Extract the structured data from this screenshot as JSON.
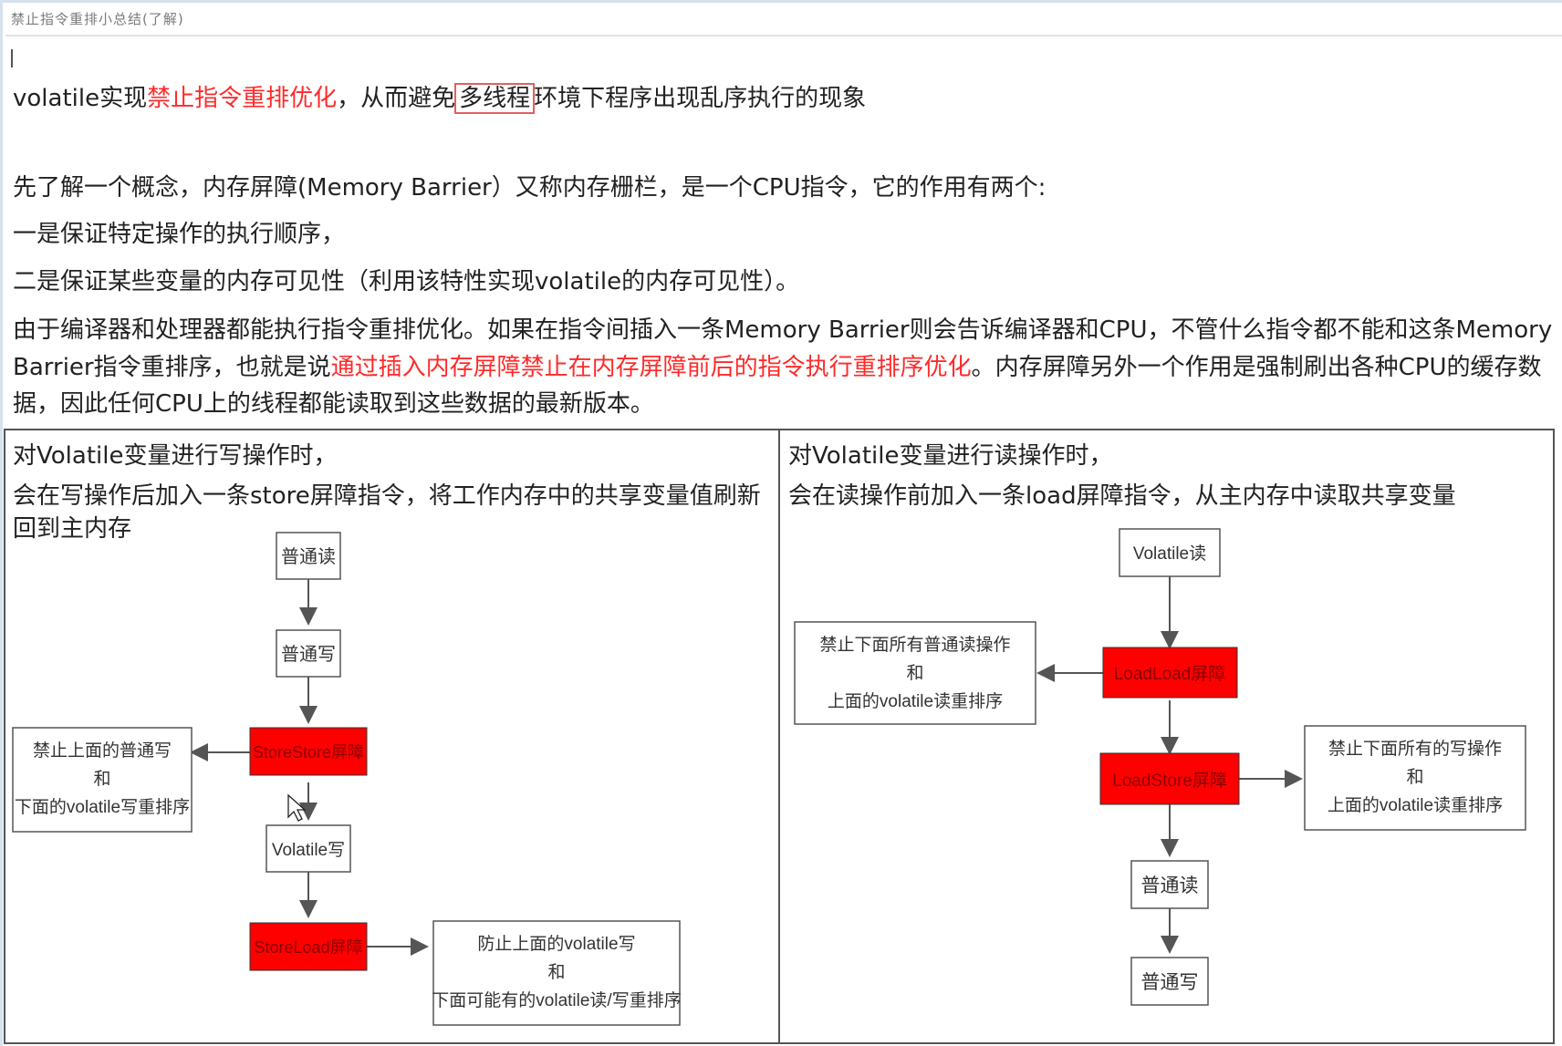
{
  "header": {
    "title": "禁止指令重排小总结(了解)"
  },
  "line1": {
    "p1": "volatile实现",
    "p2_red": "禁止指令重排优化",
    "p3": "，从而避免",
    "p4_boxed": "多线程",
    "p5": "环境下程序出现乱序执行的现象"
  },
  "line2": "先了解一个概念，内存屏障(Memory Barrier）又称内存栅栏，是一个CPU指令，它的作用有两个:",
  "line3": "一是保证特定操作的执行顺序，",
  "line4": "二是保证某些变量的内存可见性（利用该特性实现volatile的内存可见性）。",
  "paragraph": {
    "p1": "由于编译器和处理器都能执行指令重排优化。如果在指令间插入一条Memory Barrier则会告诉编译器和CPU，不管什么指令都不能和这条Memory Barrier指令重排序，也就是说",
    "p2_red": "通过插入内存屏障禁止在内存屏障前后的指令执行重排序优化",
    "p3": "。内存屏障另外一个作用是强制刷出各种CPU的缓存数据，因此任何CPU上的线程都能读取到这些数据的最新版本。"
  },
  "left_panel": {
    "heading": "对Volatile变量进行写操作时，",
    "desc": "会在写操作后加入一条store屏障指令，将工作内存中的共享变量值刷新回到主内存",
    "nodes": {
      "normal_read": "普通读",
      "normal_write": "普通写",
      "storestore": "StoreStore屏障",
      "volatile_write": "Volatile写",
      "storeload": "StoreLoad屏障"
    },
    "notes": {
      "storestore_note": [
        "禁止上面的普通写",
        "和",
        "下面的volatile写重排序"
      ],
      "storeload_note": [
        "防止上面的volatile写",
        "和",
        "下面可能有的volatile读/写重排序"
      ]
    }
  },
  "right_panel": {
    "heading": "对Volatile变量进行读操作时，",
    "desc": "会在读操作前加入一条load屏障指令，从主内存中读取共享变量",
    "nodes": {
      "volatile_read": "Volatile读",
      "loadload": "LoadLoad屏障",
      "loadstore": "LoadStore屏障",
      "normal_read": "普通读",
      "normal_write": "普通写"
    },
    "notes": {
      "loadload_note": [
        "禁止下面所有普通读操作",
        "和",
        "上面的volatile读重排序"
      ],
      "loadstore_note": [
        "禁止下面所有的写操作",
        "和",
        "上面的volatile读重排序"
      ]
    }
  },
  "colors": {
    "barrier_fill": "#ff0000",
    "highlight_text": "#ff2a2a",
    "node_border": "#555555"
  }
}
